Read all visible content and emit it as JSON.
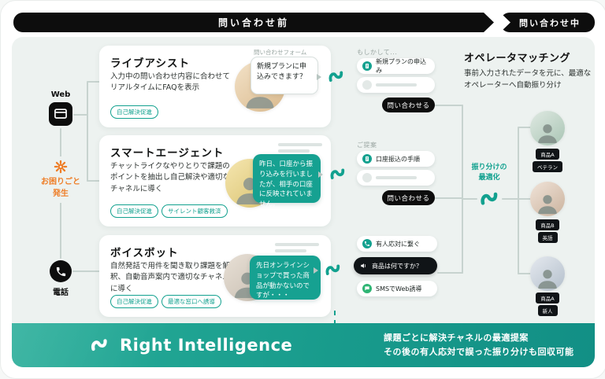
{
  "stages": {
    "pre": "問い合わせ前",
    "during": "問い合わせ中"
  },
  "channels": {
    "web": "Web",
    "phone": "電話",
    "trouble_line1": "お困りごと",
    "trouble_line2": "発生"
  },
  "cards": [
    {
      "title": "ライブアシスト",
      "desc": "入力中の問い合わせ内容に合わせてリアルタイムにFAQを表示",
      "badges": [
        "自己解決促進"
      ],
      "bubble_label": "問い合わせフォーム",
      "bubble": "新規プランに申込みできます？",
      "panel_label": "もしかして...",
      "item": "新規プランの申込み",
      "button": "問い合わせる"
    },
    {
      "title": "スマートエージェント",
      "desc": "チャットライクなやりとりで課題のポイントを抽出し自己解決や適切なチャネルに導く",
      "badges": [
        "自己解決促進",
        "サイレント顧客救済"
      ],
      "bubble": "昨日、口座から振り込みを行いましたが、相手の口座に反映されていません。",
      "panel_label": "ご提案",
      "item": "口座振込の手順",
      "button": "問い合わせる"
    },
    {
      "title": "ボイスボット",
      "desc": "自然発話で用件を聞き取り課題を解釈、自動音声案内で適切なチャネルに導く",
      "badges": [
        "自己解決促進",
        "最適な窓口へ誘導"
      ],
      "bubble": "先日オンラインショップで買った商品が動かないのですが・・・",
      "voice": {
        "human": "有人応対に繋ぐ",
        "ask": "商品は何ですか？",
        "sms": "SMSでWeb誘導"
      }
    }
  ],
  "matching": {
    "title": "オペレータマッチング",
    "desc": "事前入力されたデータを元に、最適なオペレーターへ自動振り分け",
    "hub_label_1": "振り分けの",
    "hub_label_2": "最適化",
    "operators": [
      {
        "tag1": "商品A",
        "tag2": "ベテラン"
      },
      {
        "tag1": "商品B",
        "tag2": "英語"
      },
      {
        "tag1": "商品A",
        "tag2": "新人"
      }
    ]
  },
  "footer": {
    "brand": "Right Intelligence",
    "line1": "課題ごとに解決チャネルの最適提案",
    "line2": "その後の有人応対で誤った振り分けも回収可能"
  },
  "colors": {
    "teal": "#12a18f",
    "orange": "#ee7d26",
    "black": "#0d0d0d"
  }
}
